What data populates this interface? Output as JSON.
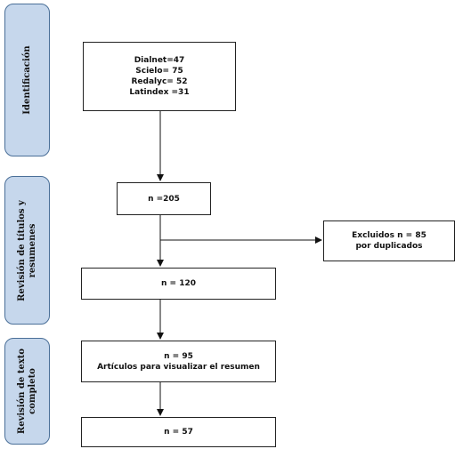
{
  "stages": [
    {
      "lines": [
        "Identificación"
      ]
    },
    {
      "lines": [
        "Revisión de títulos y",
        "resumenes"
      ]
    },
    {
      "lines": [
        "Revisión de texto",
        "completo"
      ]
    }
  ],
  "boxes": {
    "sources": {
      "lines": [
        "Dialnet=47",
        "Scielo= 75",
        "Redalyc= 52",
        "Latindex =31"
      ]
    },
    "total": {
      "lines": [
        "n =205"
      ]
    },
    "excluded": {
      "lines": [
        "Excluidos  n = 85",
        "por duplicados"
      ]
    },
    "screened": {
      "lines": [
        "n = 120"
      ]
    },
    "abstract": {
      "lines": [
        "n = 95",
        "Artículos para visualizar el resumen"
      ]
    },
    "final": {
      "lines": [
        "n = 57"
      ]
    }
  }
}
